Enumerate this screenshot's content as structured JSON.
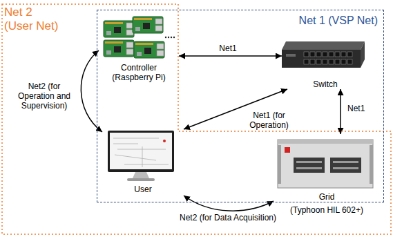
{
  "diagram": {
    "nodes": [
      {
        "text": [
          "Net 2",
          "(User Net)"
        ]
      },
      {
        "text": [
          "Net 1 (VSP Net)"
        ]
      },
      {
        "text": [
          "Controller",
          "(Raspberry Pi)"
        ],
        "in": 1
      },
      {
        "text": [
          "Switch"
        ],
        "in": 1
      },
      {
        "text": [
          "User"
        ],
        "in": 1
      },
      {
        "text": [
          "Grid",
          "(Typhoon HIL 602+)"
        ],
        "in": 1
      }
    ],
    "edges": [
      {
        "from": 2,
        "to": 3,
        "arrow": "both",
        "label": "Net1"
      },
      {
        "from": 3,
        "to": 4,
        "arrow": "both",
        "label": "Net1 (for Operation)"
      },
      {
        "from": 3,
        "to": 5,
        "arrow": "both",
        "label": "Net1"
      },
      {
        "from": 2,
        "to": 4,
        "arrow": "both",
        "label": "Net2 (for Operation and Supervision)"
      },
      {
        "from": 4,
        "to": 5,
        "arrow": "both",
        "label": "Net2 (for Data Acquisition)"
      }
    ]
  }
}
